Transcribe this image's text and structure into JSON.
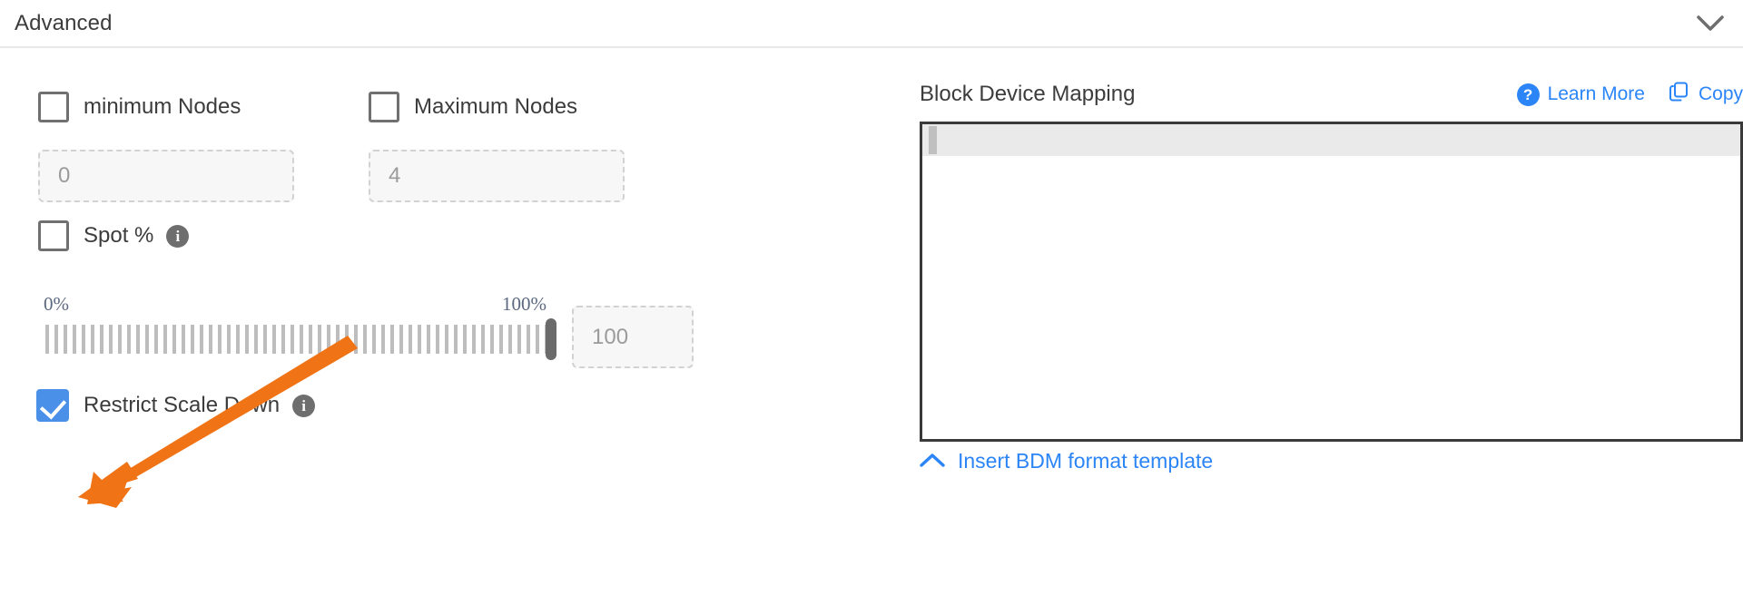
{
  "section": {
    "title": "Advanced",
    "collapse_icon": "chevron-down-icon"
  },
  "left": {
    "min_nodes": {
      "label": "minimum Nodes",
      "checked": false,
      "input_placeholder": "0",
      "input_value": ""
    },
    "max_nodes": {
      "label": "Maximum Nodes",
      "checked": false,
      "input_placeholder": "4",
      "input_value": ""
    },
    "spot_percent": {
      "label": "Spot %",
      "checked": false,
      "info_icon": "info-icon",
      "info_glyph": "i"
    },
    "slider": {
      "min_label": "0%",
      "max_label": "100%",
      "value": 100,
      "min": 0,
      "max": 100,
      "input_placeholder": "100",
      "input_value": ""
    },
    "restrict_scale_down": {
      "label": "Restrict Scale Down",
      "checked": true,
      "info_icon": "info-icon",
      "info_glyph": "i"
    }
  },
  "right": {
    "title": "Block Device Mapping",
    "learn_more": {
      "label": "Learn More",
      "icon": "question-mark-badge-icon",
      "icon_glyph": "?"
    },
    "copy": {
      "label": "Copy",
      "icon": "copy-icon"
    },
    "editor": {
      "content": "",
      "active_line": 1
    },
    "footer_link": {
      "label": "Insert BDM format template",
      "icon": "chevron-up-icon"
    }
  },
  "annotation": {
    "type": "arrow",
    "color": "#f07316",
    "points_to": "restrict-scale-down-checkbox"
  },
  "colors": {
    "accent_blue": "#2b85f7",
    "checkbox_blue": "#4a90e8",
    "annotation_orange": "#f07316",
    "text_dark": "#3c3c3c",
    "muted": "#9b9b9b"
  }
}
